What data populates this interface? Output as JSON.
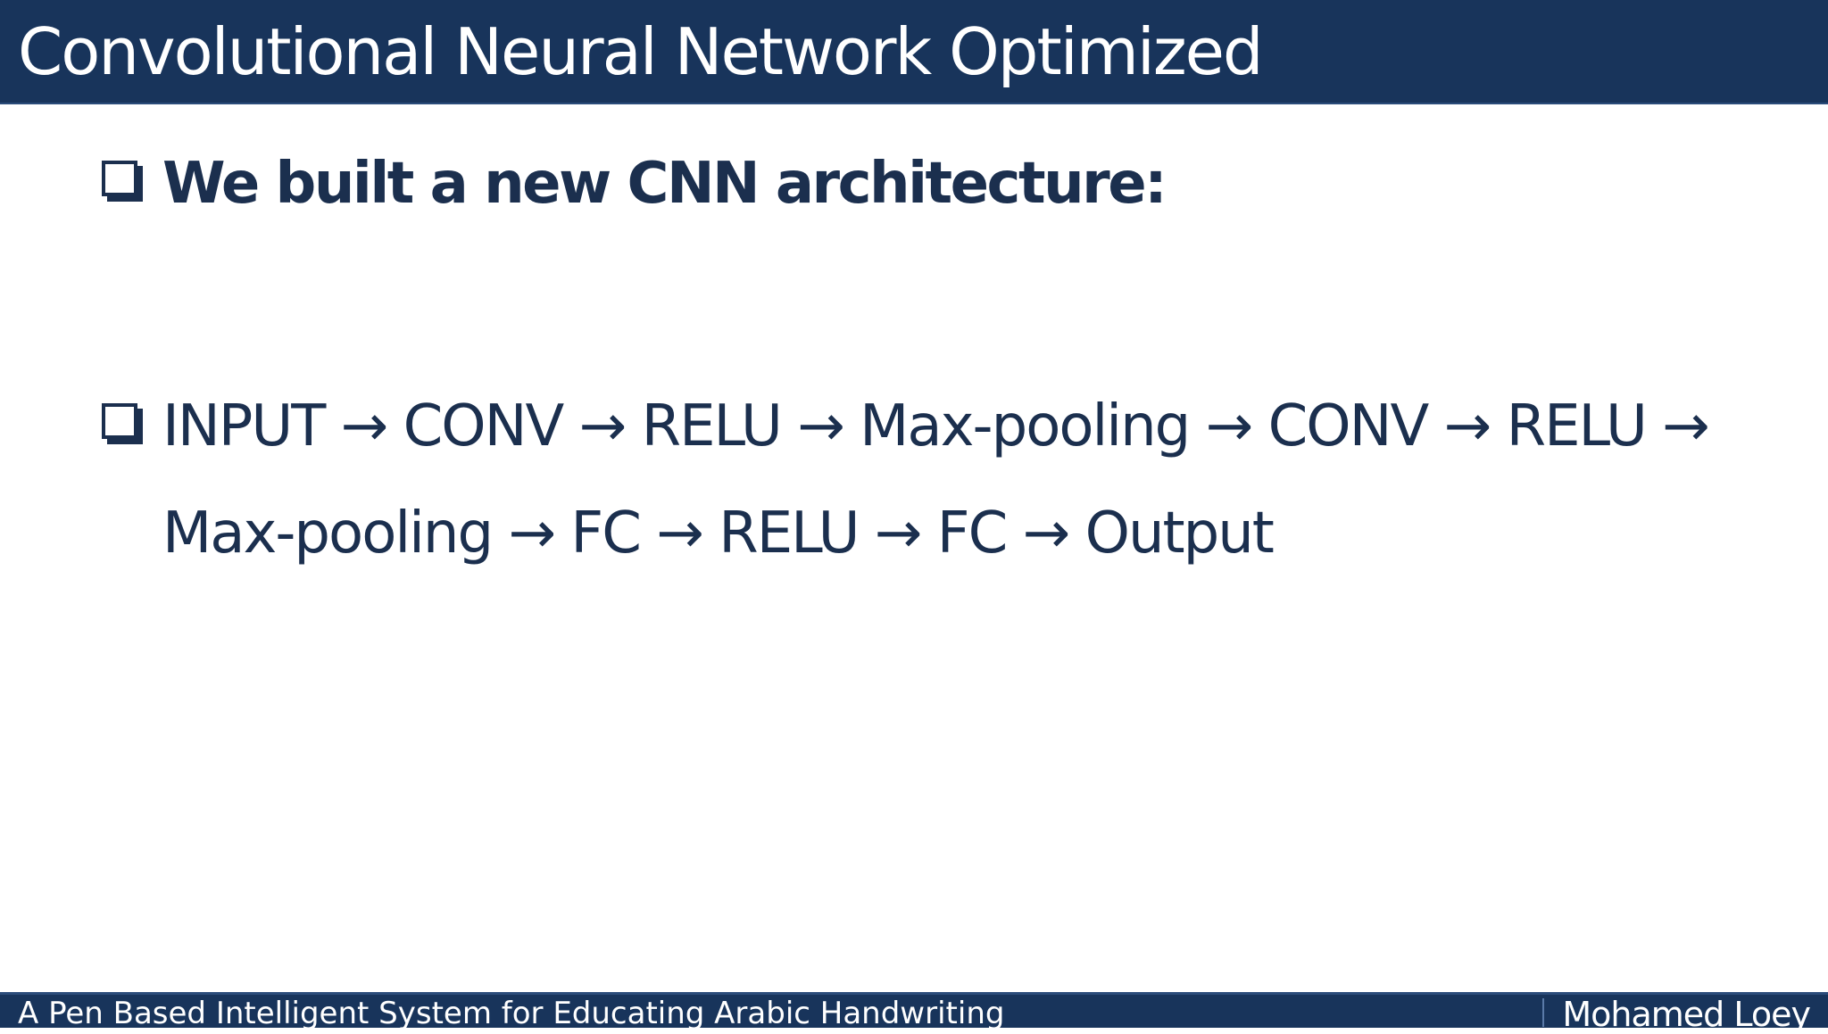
{
  "slide": {
    "title": "Convolutional Neural Network Optimized"
  },
  "content": {
    "bullets": [
      {
        "icon": "square-bullet-icon",
        "lines": [
          "We built a new CNN architecture:"
        ]
      },
      {
        "icon": "square-bullet-icon",
        "lines": [
          "INPUT → CONV → RELU → Max-pooling → CONV → RELU →",
          "Max-pooling → FC → RELU → FC → Output"
        ]
      }
    ]
  },
  "footer": {
    "presentation_title": "A Pen Based Intelligent System for Educating Arabic Handwriting",
    "author": "Mohamed Loey"
  },
  "colors": {
    "header_background": "#18345b",
    "text": "#1b2f4e",
    "background": "#ffffff"
  }
}
